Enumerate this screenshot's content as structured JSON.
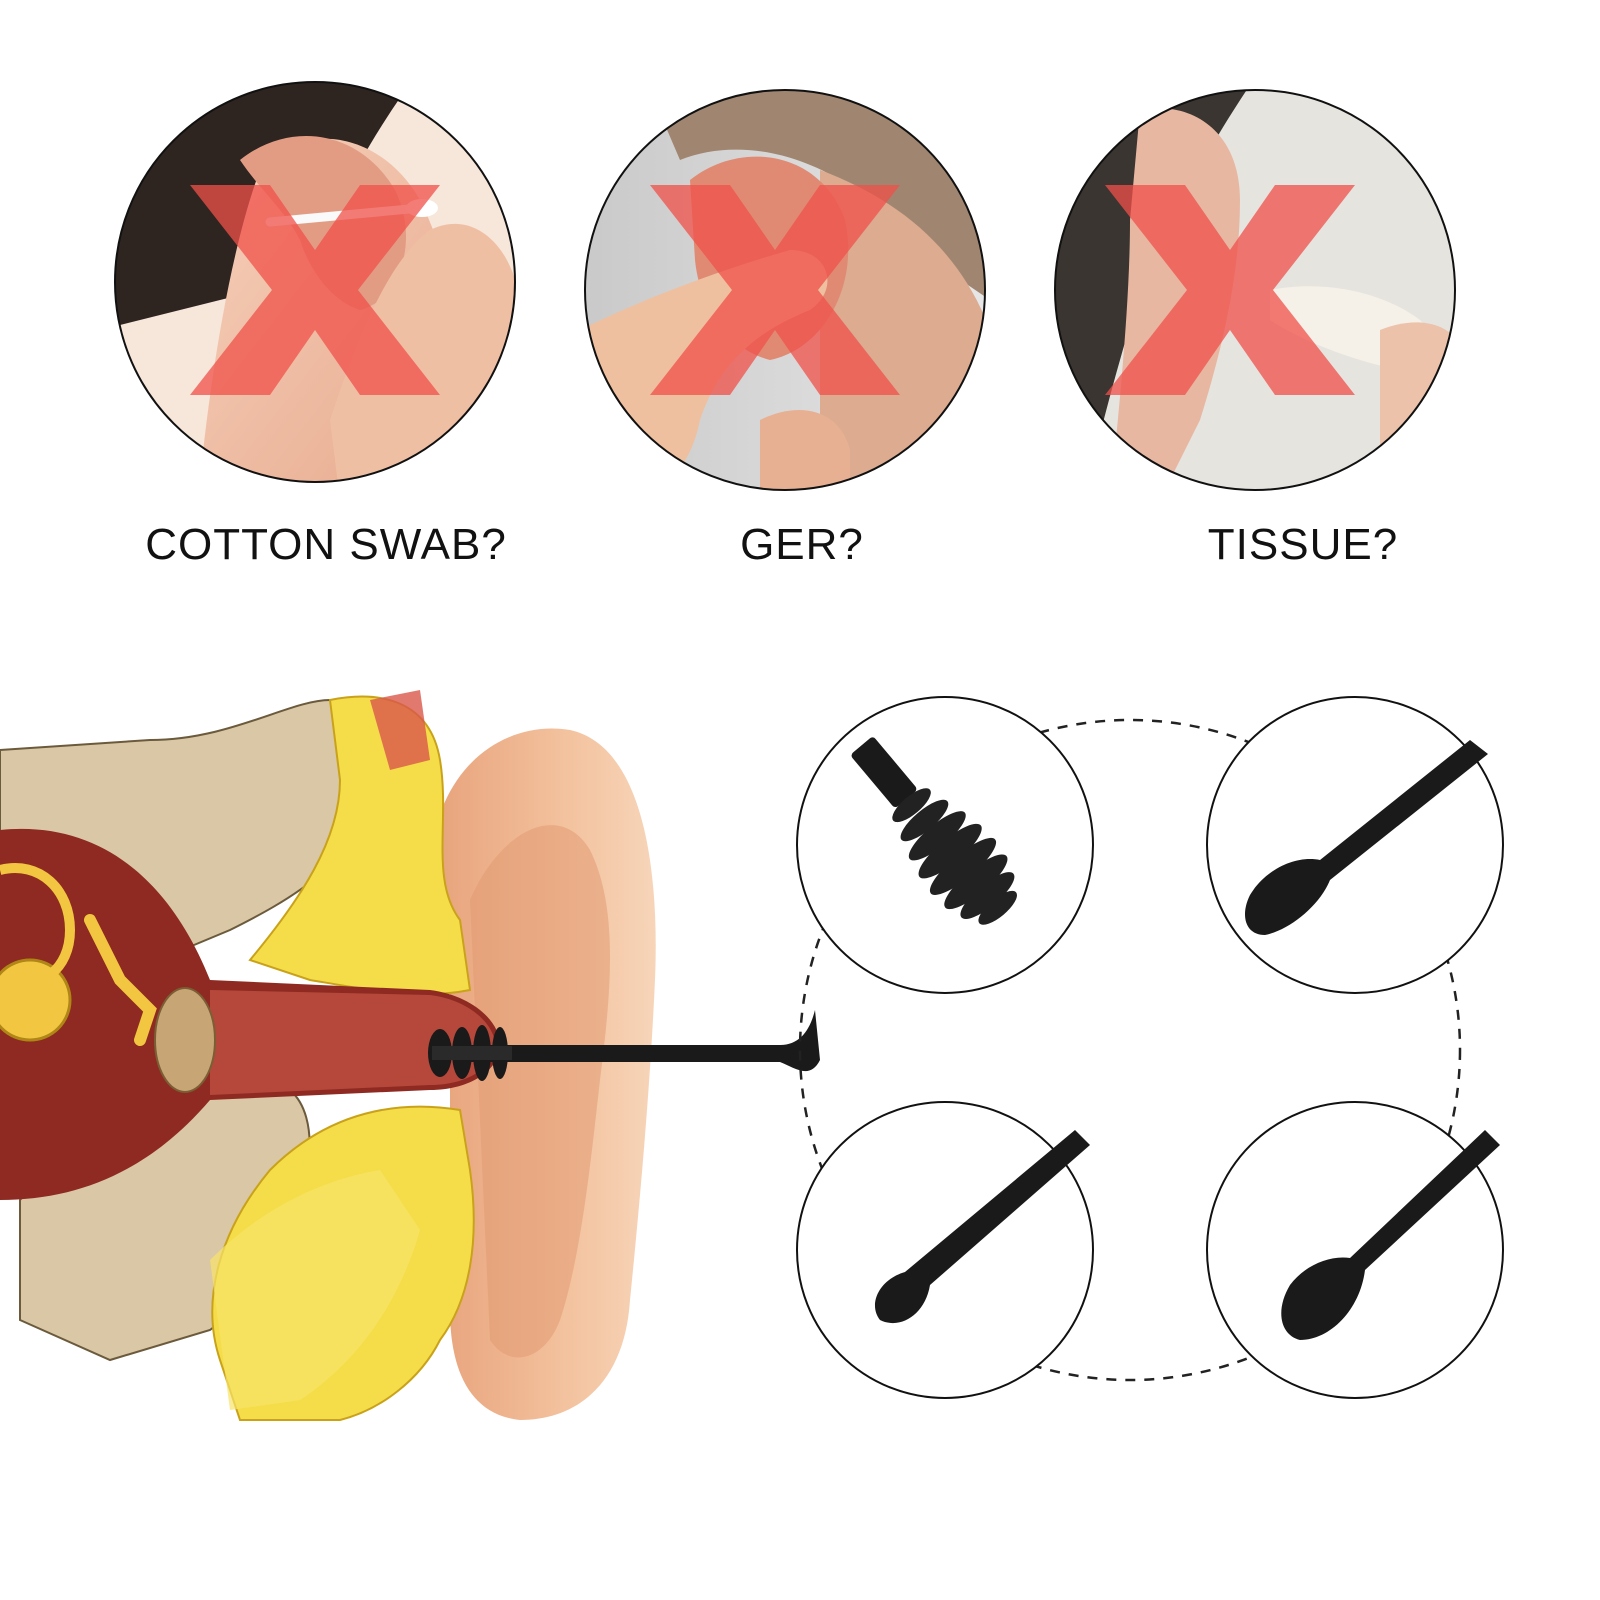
{
  "methods": [
    {
      "id": "cotton-swab",
      "label": "COTTON SWAB?",
      "status": "not-recommended",
      "mark": "X"
    },
    {
      "id": "finger",
      "label": "GER?",
      "status": "not-recommended",
      "mark": "X"
    },
    {
      "id": "tissue",
      "label": "TISSUE?",
      "status": "not-recommended",
      "mark": "X"
    }
  ],
  "tool_heads": [
    {
      "id": "spiral-head",
      "icon": "spiral-ear-pick-icon"
    },
    {
      "id": "flat-scoop-head",
      "icon": "flat-scoop-icon"
    },
    {
      "id": "small-spoon-head",
      "icon": "small-spoon-icon"
    },
    {
      "id": "large-spoon-head",
      "icon": "large-spoon-icon"
    }
  ],
  "colors": {
    "x_mark": "#f0504a",
    "tool": "#1a1a1a",
    "skin": "#efb08c",
    "bone": "#d9c7a5",
    "fat": "#f5dd4a",
    "canal": "#8e2a22"
  }
}
